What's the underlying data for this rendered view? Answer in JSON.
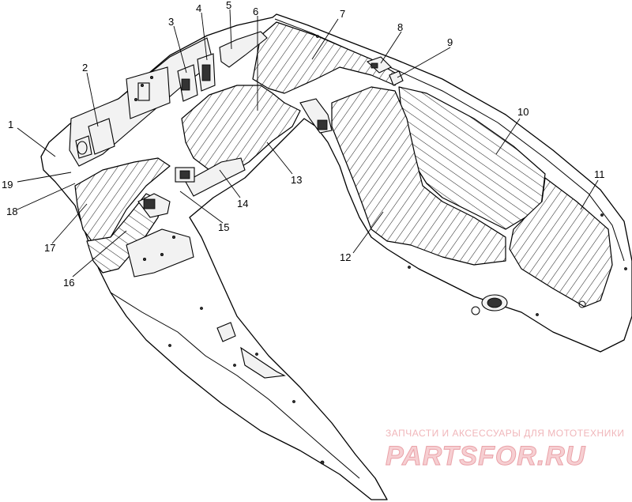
{
  "callouts": [
    {
      "id": "1",
      "label": "1"
    },
    {
      "id": "2",
      "label": "2"
    },
    {
      "id": "3",
      "label": "3"
    },
    {
      "id": "4",
      "label": "4"
    },
    {
      "id": "5",
      "label": "5"
    },
    {
      "id": "6",
      "label": "6"
    },
    {
      "id": "7",
      "label": "7"
    },
    {
      "id": "8",
      "label": "8"
    },
    {
      "id": "9",
      "label": "9"
    },
    {
      "id": "10",
      "label": "10"
    },
    {
      "id": "11",
      "label": "11"
    },
    {
      "id": "12",
      "label": "12"
    },
    {
      "id": "13",
      "label": "13"
    },
    {
      "id": "14",
      "label": "14"
    },
    {
      "id": "15",
      "label": "15"
    },
    {
      "id": "16",
      "label": "16"
    },
    {
      "id": "17",
      "label": "17"
    },
    {
      "id": "18",
      "label": "18"
    },
    {
      "id": "19",
      "label": "19"
    }
  ],
  "watermark": {
    "tagline": "ЗАПЧАСТИ И АКСЕССУАРЫ ДЛЯ МОТОТЕХНИКИ",
    "brand": "PARTSFOR.RU",
    "color": "#f0b6ba"
  }
}
